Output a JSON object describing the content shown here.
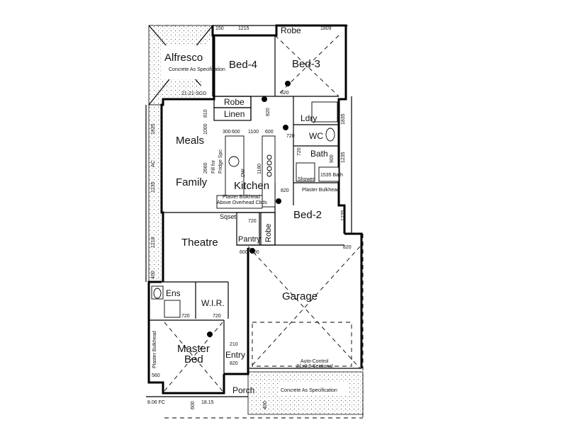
{
  "rooms": {
    "alfresco": "Alfresco",
    "alfresco_note": "Concrete As Specification",
    "bed4": "Bed-4",
    "bed3": "Bed-3",
    "robe_top": "Robe",
    "robe_left": "Robe",
    "linen": "Linen",
    "ldry": "Ldry",
    "wc": "WC",
    "bath": "Bath",
    "meals": "Meals",
    "family": "Family",
    "kitchen": "Kitchen",
    "bed2": "Bed-2",
    "theatre": "Theatre",
    "pantry": "Pantry",
    "robe_mid": "Robe",
    "garage": "Garage",
    "ens": "Ens",
    "wir": "W.I.R.",
    "master_bed_line1": "Master",
    "master_bed_line2": "Bed",
    "entry": "Entry",
    "porch": "Porch",
    "front_concrete": "Concrete As Specification"
  },
  "annotations": {
    "plaster_bulkhead_kitchen": "Plaster Bulkhead",
    "above_overhead": "Above Overhead Cbds",
    "plaster_bulkhead_bath": "Plaster Bulkhead",
    "plaster_bulkhead_master": "Plaster Bulkhead",
    "auto_control": "Auto-Control",
    "sectional": "21x0.8 Sectional",
    "bath_size": "1535 Bath",
    "shower": "Shower",
    "sqset": "Sqset",
    "fridge": "Fridge Spc",
    "dw": "DW",
    "fill_for": "Fill for"
  },
  "dimensions": {
    "d_1215_top": "1215",
    "d_1809": "1809",
    "d_150": "150",
    "d_820_bed3": "820",
    "d_820_ldry": "820",
    "d_820_bed2": "820",
    "d_820_garage": "820",
    "d_820_entry": "820",
    "d_720_wc": "720",
    "d_720_bath": "720",
    "d_720_pantry": "720",
    "d_720_ens": "720",
    "d_720_wir": "720",
    "d_2121sgd": "21-21-SGD",
    "d_810": "810",
    "d_1000": "1000",
    "d_2660": "2660",
    "d_300": "300",
    "d_600a": "600",
    "d_1100": "1100",
    "d_600b": "600",
    "d_1835a": "1835",
    "d_1235a": "1235",
    "d_1218": "1218",
    "d_400": "400",
    "d_1835b": "1835",
    "d_1235b": "1235",
    "d_600c": "600",
    "d_600d": "600",
    "d_210": "210",
    "d_560": "560",
    "d_806fc": "8.06 FC",
    "d_1815": "18.15",
    "d_600e": "600",
    "d_400b": "400",
    "d_1180": "1180",
    "d_900": "900",
    "d_1235c": "1235",
    "d_ac": "AC"
  },
  "colors": {
    "ink": "#000000",
    "paper": "#ffffff"
  }
}
